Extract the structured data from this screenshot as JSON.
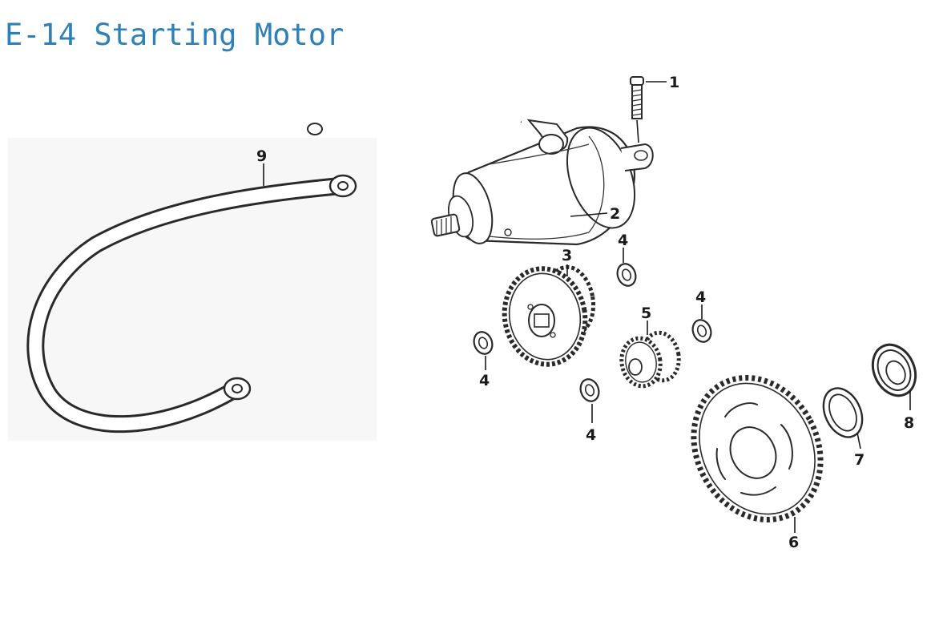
{
  "title": "E-14 Starting Motor",
  "callouts": {
    "c1": "1",
    "c2": "2",
    "c3": "3",
    "c4a": "4",
    "c4b": "4",
    "c4c": "4",
    "c4d": "4",
    "c5": "5",
    "c6": "6",
    "c7": "7",
    "c8": "8",
    "c9": "9"
  },
  "colors": {
    "title": "#2f7fb8",
    "ink": "#2a2a2a",
    "background": "#ffffff"
  }
}
